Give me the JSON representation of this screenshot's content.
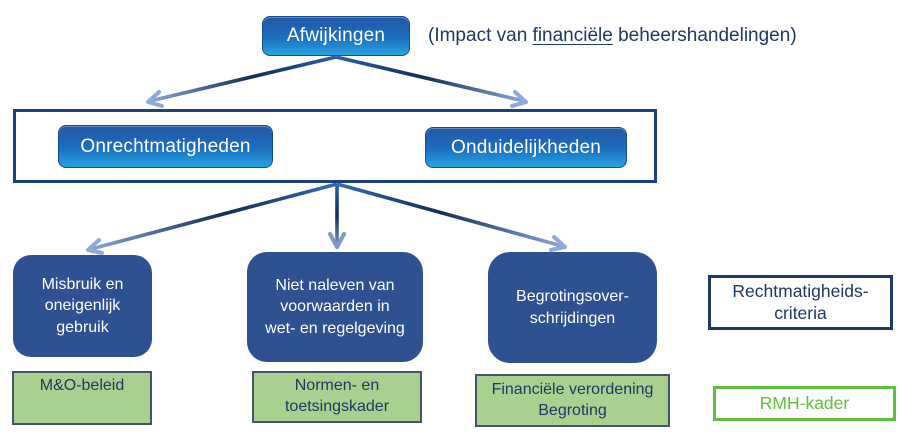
{
  "colors": {
    "navy_text": "#1f3864",
    "box_border_navy": "#1e4080",
    "node_blue": "#2e5191",
    "grad_top": "#2356a5",
    "grad_bottom": "#27a3e2",
    "green_fill": "#a9d08e",
    "green_border": "#44546a",
    "rmh_green": "#5fbf41",
    "arrow_dark": "#122c54",
    "arrow_light": "#8fa9d9"
  },
  "heading": {
    "prefix": "(Impact van",
    "underlined": "financiële",
    "suffix": "beheershandelingen)"
  },
  "nodes": {
    "root": "Afwijkingen",
    "level2": [
      "Onrechtmatigheden",
      "Onduidelijkheden"
    ],
    "level3": [
      "Misbruik en\noneigenlijk\ngebruik",
      "Niet naleven van\nvoorwaarden in\nwet- en regelgeving",
      "Begrotingsover-\nschrijdingen"
    ],
    "level4": [
      "M&O-beleid",
      "Normen- en\ntoetsingskader",
      "Financiële verordening\nBegroting"
    ]
  },
  "side": {
    "criteria_label": "Rechtmatigheids-\ncriteria",
    "rmh_label": "RMH-kader"
  }
}
